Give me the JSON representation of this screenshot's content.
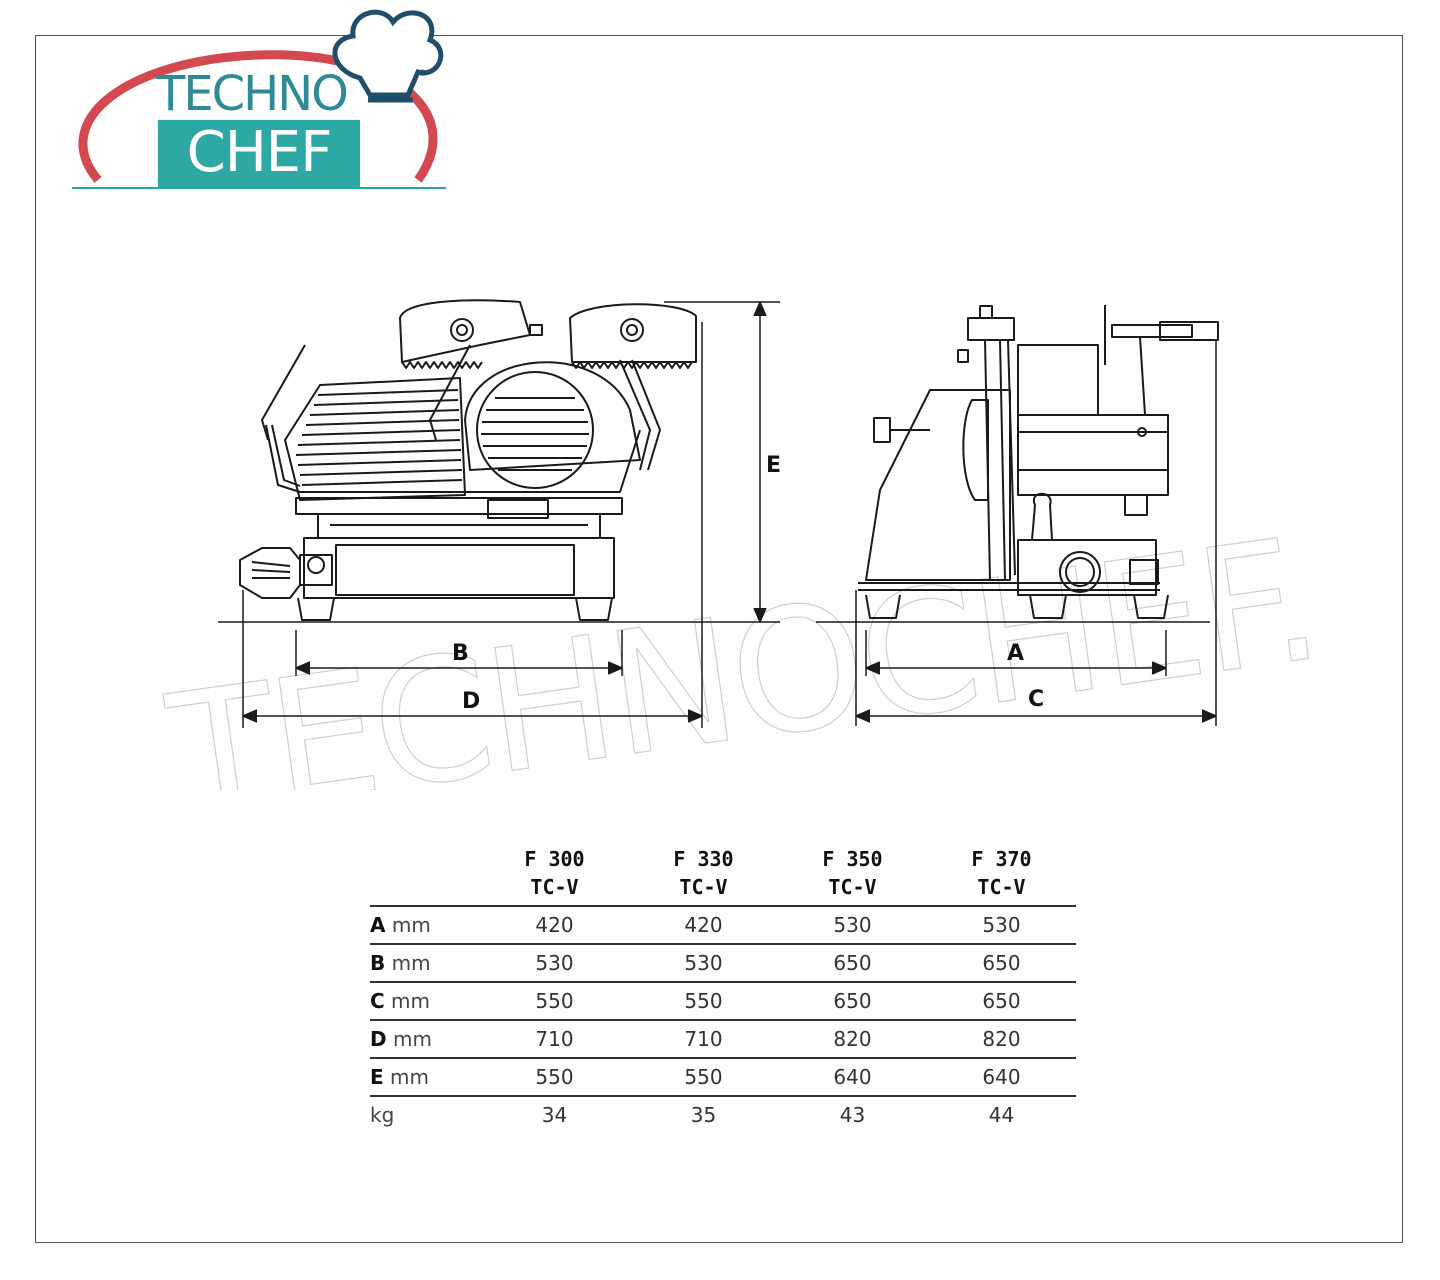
{
  "logo": {
    "line1": "TECHNO",
    "line2": "CHEF",
    "registered": "®",
    "colors": {
      "teal": "#2ea8a5",
      "red": "#d4484f",
      "navy": "#1f4d6b"
    },
    "icon": "chef-hat-icon"
  },
  "watermark": "TECHNOCHEF.IT",
  "dimension_labels": {
    "a": "A",
    "b": "B",
    "c": "C",
    "d": "D",
    "e": "E"
  },
  "specs": {
    "models": [
      {
        "line1": "F 300",
        "line2": "TC-V"
      },
      {
        "line1": "F 330",
        "line2": "TC-V"
      },
      {
        "line1": "F 350",
        "line2": "TC-V"
      },
      {
        "line1": "F 370",
        "line2": "TC-V"
      }
    ],
    "rows": [
      {
        "key": "A",
        "unit": "mm",
        "values": [
          "420",
          "420",
          "530",
          "530"
        ]
      },
      {
        "key": "B",
        "unit": "mm",
        "values": [
          "530",
          "530",
          "650",
          "650"
        ]
      },
      {
        "key": "C",
        "unit": "mm",
        "values": [
          "550",
          "550",
          "650",
          "650"
        ]
      },
      {
        "key": "D",
        "unit": "mm",
        "values": [
          "710",
          "710",
          "820",
          "820"
        ]
      },
      {
        "key": "E",
        "unit": "mm",
        "values": [
          "550",
          "550",
          "640",
          "640"
        ]
      },
      {
        "key": "",
        "unit": "kg",
        "values": [
          "34",
          "35",
          "43",
          "44"
        ]
      }
    ]
  }
}
